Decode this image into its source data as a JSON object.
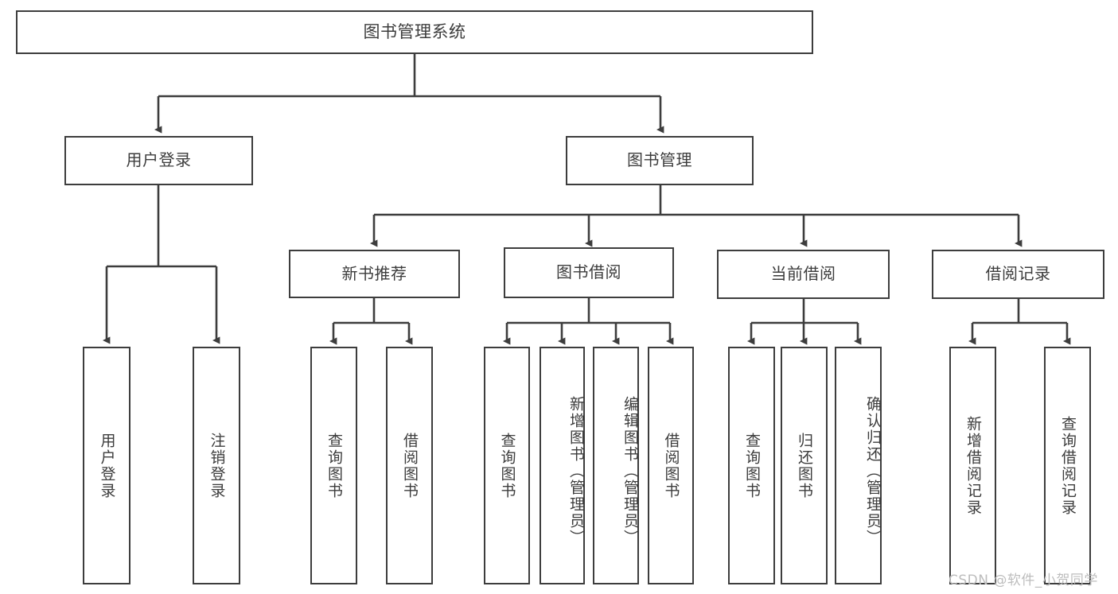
{
  "diagram": {
    "title": "图书管理系统",
    "type": "功能结构图",
    "watermark": "CSDN @软件_小贺同学",
    "colors": {
      "border": "#3d3d3d",
      "text": "#3c3c3c",
      "background": "#ffffff",
      "watermark": "#bdbdbd"
    }
  },
  "root": {
    "label": "图书管理系统"
  },
  "branches": [
    {
      "label": "用户登录",
      "children": [
        {
          "label": "用户登录"
        },
        {
          "label": "注销登录"
        }
      ]
    },
    {
      "label": "图书管理",
      "groups": [
        {
          "label": "新书推荐",
          "children": [
            {
              "label": "查询图书"
            },
            {
              "label": "借阅图书"
            }
          ]
        },
        {
          "label": "图书借阅",
          "children": [
            {
              "label": "查询图书"
            },
            {
              "label": "新增图书（管理员）"
            },
            {
              "label": "编辑图书（管理员）"
            },
            {
              "label": "借阅图书"
            }
          ]
        },
        {
          "label": "当前借阅",
          "children": [
            {
              "label": "查询图书"
            },
            {
              "label": "归还图书"
            },
            {
              "label": "确认归还（管理员）"
            }
          ]
        },
        {
          "label": "借阅记录",
          "children": [
            {
              "label": "新增借阅记录"
            },
            {
              "label": "查询借阅记录"
            }
          ]
        }
      ]
    }
  ]
}
